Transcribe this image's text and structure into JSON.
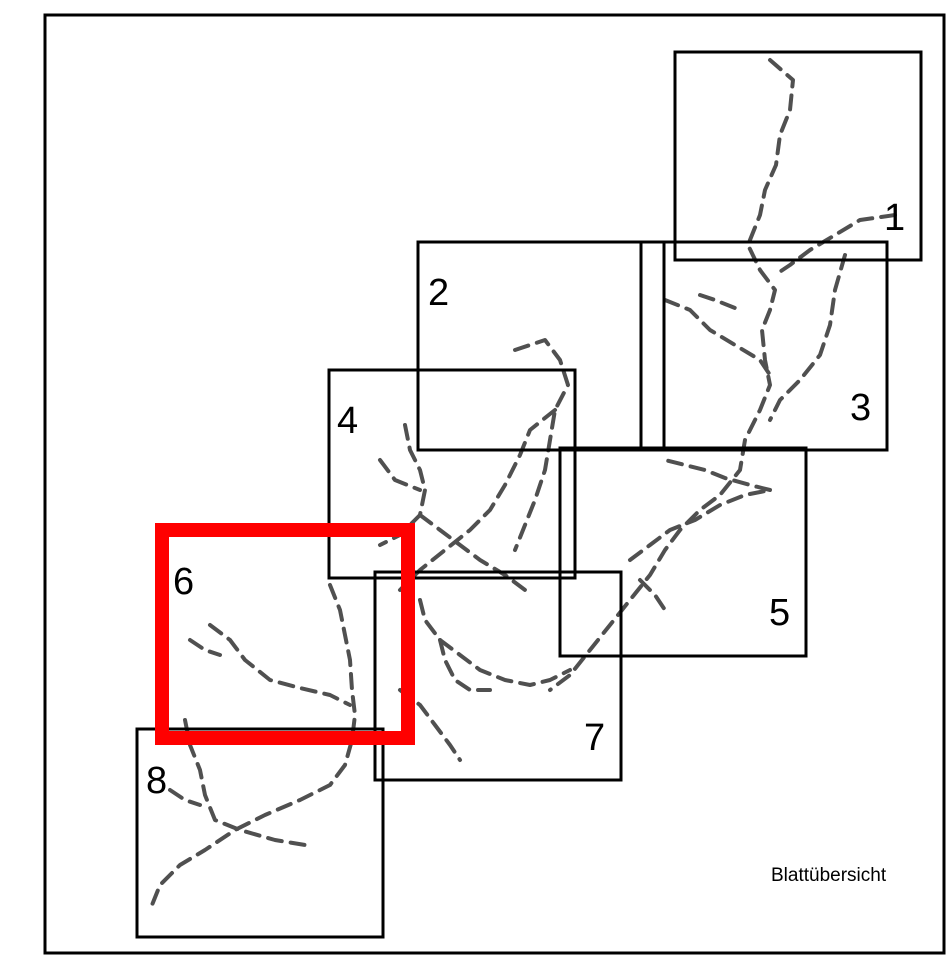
{
  "overview_label": "Blattübersicht",
  "colors": {
    "frame": "#000000",
    "sheet_outline": "#000000",
    "active_sheet": "#ff0000",
    "trail": "#505050",
    "background": "#ffffff"
  },
  "active_sheet": "6",
  "sheets": [
    {
      "id": "1",
      "label": "1",
      "active": false
    },
    {
      "id": "2",
      "label": "2",
      "active": false
    },
    {
      "id": "3",
      "label": "3",
      "active": false
    },
    {
      "id": "4",
      "label": "4",
      "active": false
    },
    {
      "id": "5",
      "label": "5",
      "active": false
    },
    {
      "id": "6",
      "label": "6",
      "active": true
    },
    {
      "id": "7",
      "label": "7",
      "active": false
    },
    {
      "id": "8",
      "label": "8",
      "active": false
    }
  ]
}
